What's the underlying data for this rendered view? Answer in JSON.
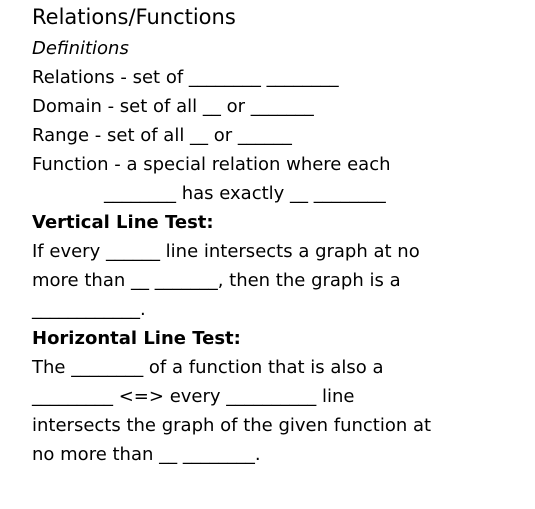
{
  "title": "Relations/Functions",
  "definitions_heading": "Definitions",
  "lines": {
    "relations": "Relations - set of ________ ________",
    "domain": "Domain - set of all __ or _______",
    "range": "Range - set of all __ or ______",
    "function_1": "Function - a special relation where each",
    "function_2": "________ has exactly __ ________"
  },
  "vertical": {
    "heading": "Vertical Line Test:",
    "line_1": "If every ______ line intersects a graph at no",
    "line_2": "more than __ _______, then the graph is a",
    "line_3": "____________."
  },
  "horizontal": {
    "heading": "Horizontal Line Test:",
    "line_1": "The ________ of a function that is also a",
    "line_2": "_________ <=> every __________ line",
    "line_3": "intersects the graph of the given function at",
    "line_4": "no more than __ ________."
  }
}
